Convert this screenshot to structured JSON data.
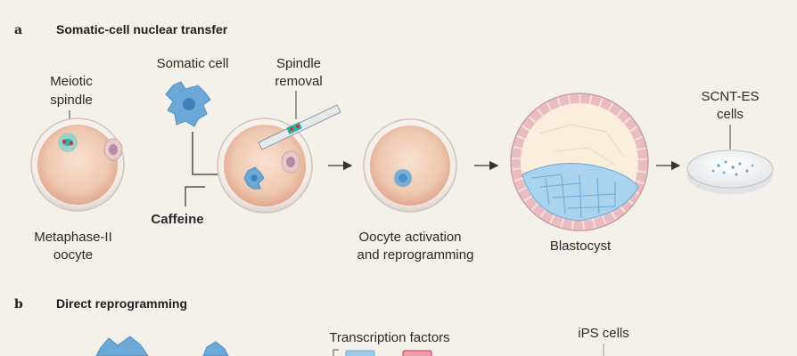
{
  "panel_a": {
    "letter": "a",
    "title": "Somatic-cell nuclear transfer",
    "meiotic_spindle_line1": "Meiotic",
    "meiotic_spindle_line2": "spindle",
    "metaphase_line1": "Metaphase-II",
    "metaphase_line2": "oocyte",
    "somatic_cell": "Somatic cell",
    "spindle_removal_line1": "Spindle",
    "spindle_removal_line2": "removal",
    "caffeine": "Caffeine",
    "activation_line1": "Oocyte activation",
    "activation_line2": "and reprogramming",
    "blastocyst": "Blastocyst",
    "scnt_line1": "SCNT-ES",
    "scnt_line2": "cells"
  },
  "panel_b": {
    "letter": "b",
    "title": "Direct reprogramming",
    "transcription_factors": "Transcription factors",
    "ips_cells": "iPS cells"
  },
  "colors": {
    "background": "#f4f1ea",
    "somatic_cell": "#6aa8d8",
    "spindle": "#2bb3a6",
    "spindle_red": "#c8344e",
    "oocyte_fill": "#f1cfb9",
    "zona": "#f7efe9"
  }
}
